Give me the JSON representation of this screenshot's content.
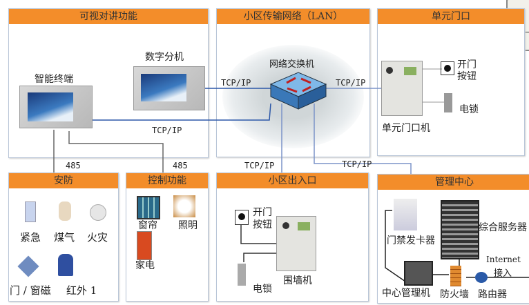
{
  "panels": {
    "intercom": {
      "title": "可视对讲功能",
      "smart_terminal": "智能终端",
      "digital_extension": "数字分机"
    },
    "lan": {
      "title": "小区传输网络（LAN）",
      "switch": "网络交换机"
    },
    "unit_door": {
      "title": "单元门口",
      "open_button": [
        "开门",
        "按钮"
      ],
      "lock": "电锁",
      "door_station": "单元门口机"
    },
    "security": {
      "title": "安防",
      "items": [
        "紧急",
        "煤气",
        "火灾",
        "门 / 窗磁",
        "红外 1"
      ]
    },
    "control": {
      "title": "控制功能",
      "items": [
        "窗帘",
        "照明",
        "家电"
      ]
    },
    "entrance": {
      "title": "小区出入口",
      "open_button": [
        "开门",
        "按钮"
      ],
      "lock": "电锁",
      "wall_station": "围墙机"
    },
    "management": {
      "title": "管理中心",
      "card_issuer": "门禁发卡器",
      "server": "综合服务器",
      "internet": [
        "Internet",
        "接入"
      ],
      "center_pc": "中心管理机",
      "firewall": "防火墙",
      "router": "路由器"
    }
  },
  "links": {
    "tcp": "TCP/IP",
    "rs485": "485"
  },
  "colors": {
    "header": "#f38d2a",
    "line_blue": "#2b57a8",
    "line_gray": "#666666"
  }
}
